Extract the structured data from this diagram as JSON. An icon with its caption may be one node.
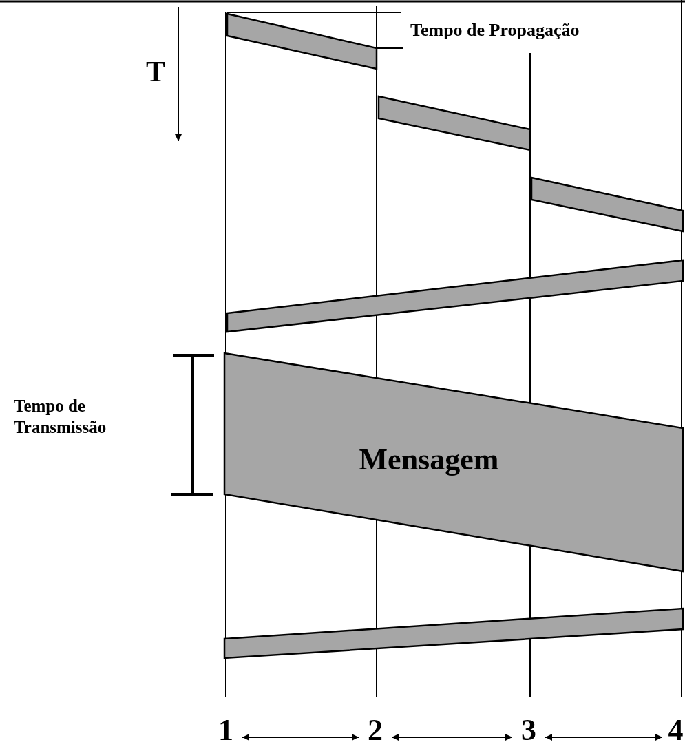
{
  "diagram": {
    "nodes": [
      {
        "text": [],
        "shape": "bar"
      },
      {
        "text": [],
        "shape": "bar"
      },
      {
        "text": [],
        "shape": "bar"
      },
      {
        "text": [],
        "shape": "bar"
      },
      {
        "text": [
          "Mensagem"
        ]
      },
      {
        "text": [],
        "shape": "bar"
      },
      {
        "text": [
          "1"
        ]
      },
      {
        "text": [
          "2"
        ]
      },
      {
        "text": [
          "3"
        ]
      },
      {
        "text": [
          "4"
        ]
      }
    ],
    "edges": [
      {
        "from": 6,
        "to": 7,
        "arrow": "both"
      },
      {
        "from": 7,
        "to": 8,
        "arrow": "both"
      },
      {
        "from": 8,
        "to": 9,
        "arrow": "both"
      }
    ],
    "labels": [
      "T",
      "Tempo de Propagação",
      "Tempo de Transmissão"
    ]
  }
}
